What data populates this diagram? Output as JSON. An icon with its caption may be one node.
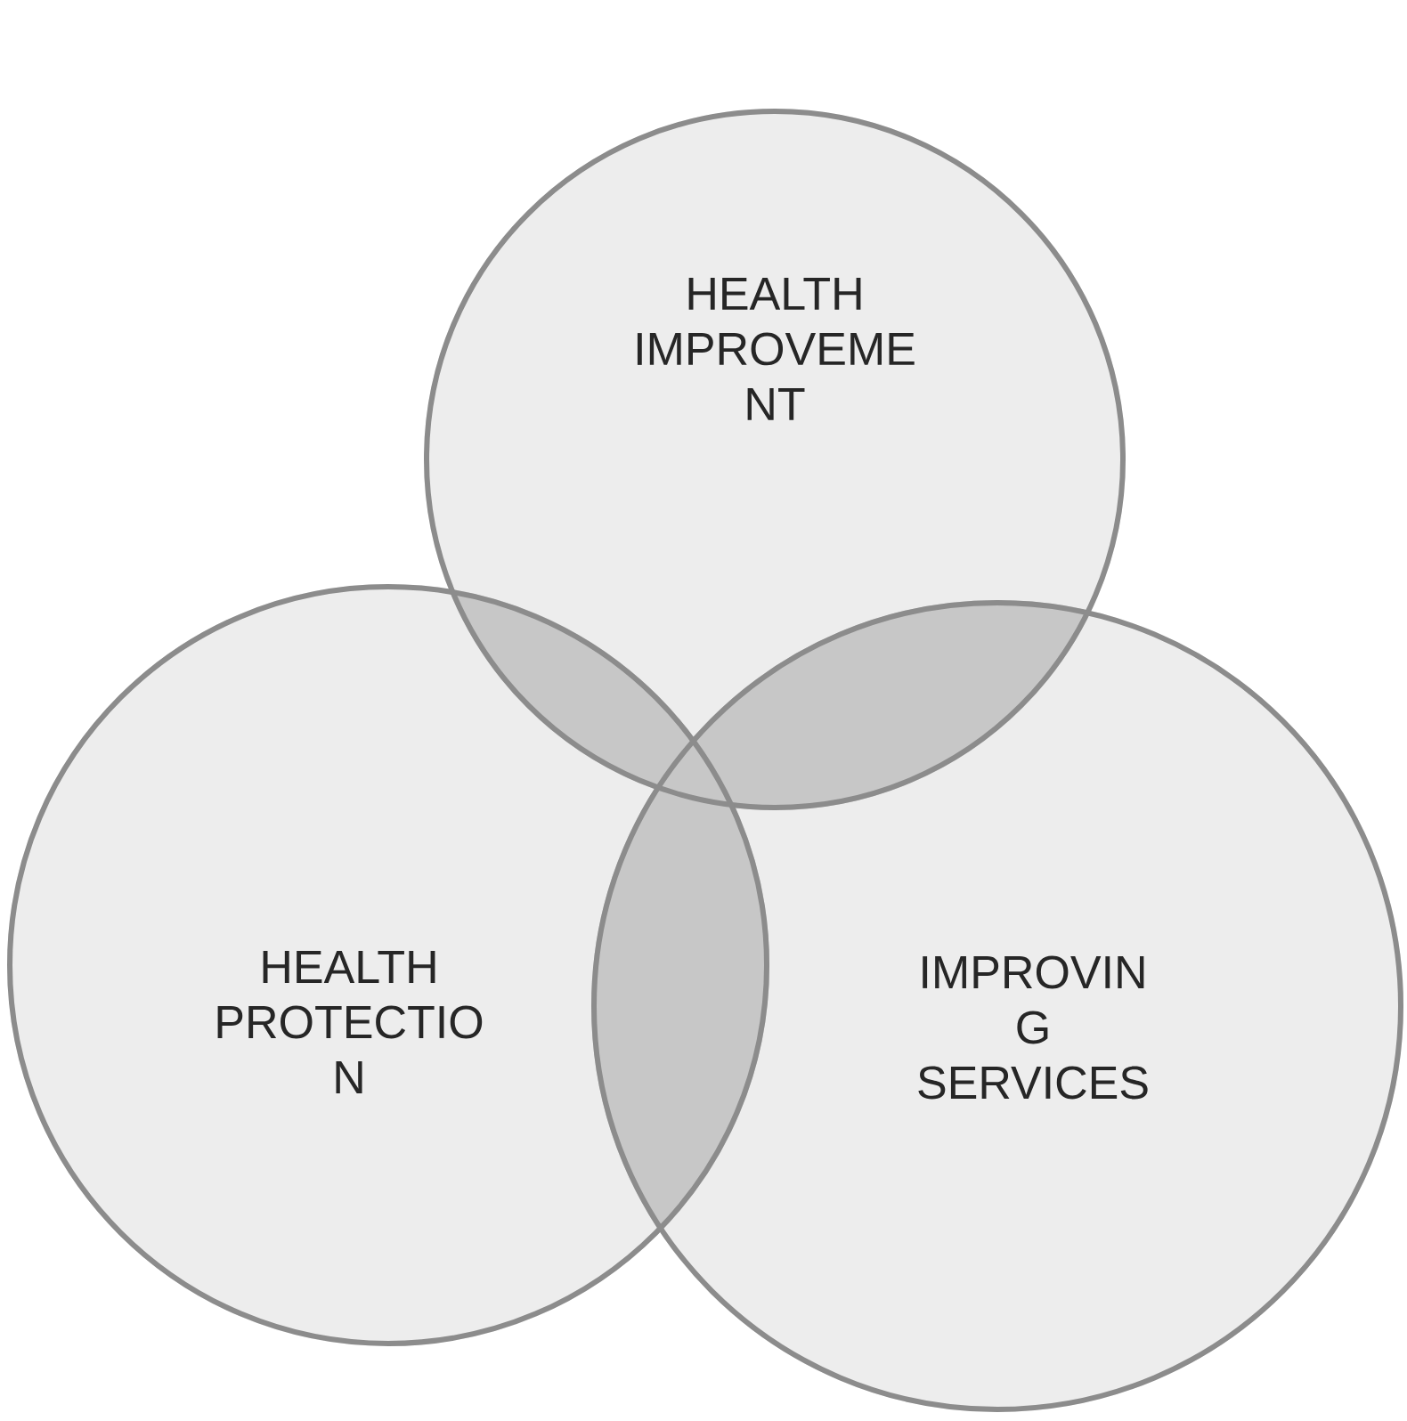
{
  "diagram": {
    "nodes": [
      {
        "text": [
          "HEALTH IMPROVEME NT"
        ]
      },
      {
        "text": [
          "HEALTH PROTECTIO N"
        ]
      },
      {
        "text": [
          "IMPROVIN G SERVICES"
        ]
      }
    ]
  }
}
